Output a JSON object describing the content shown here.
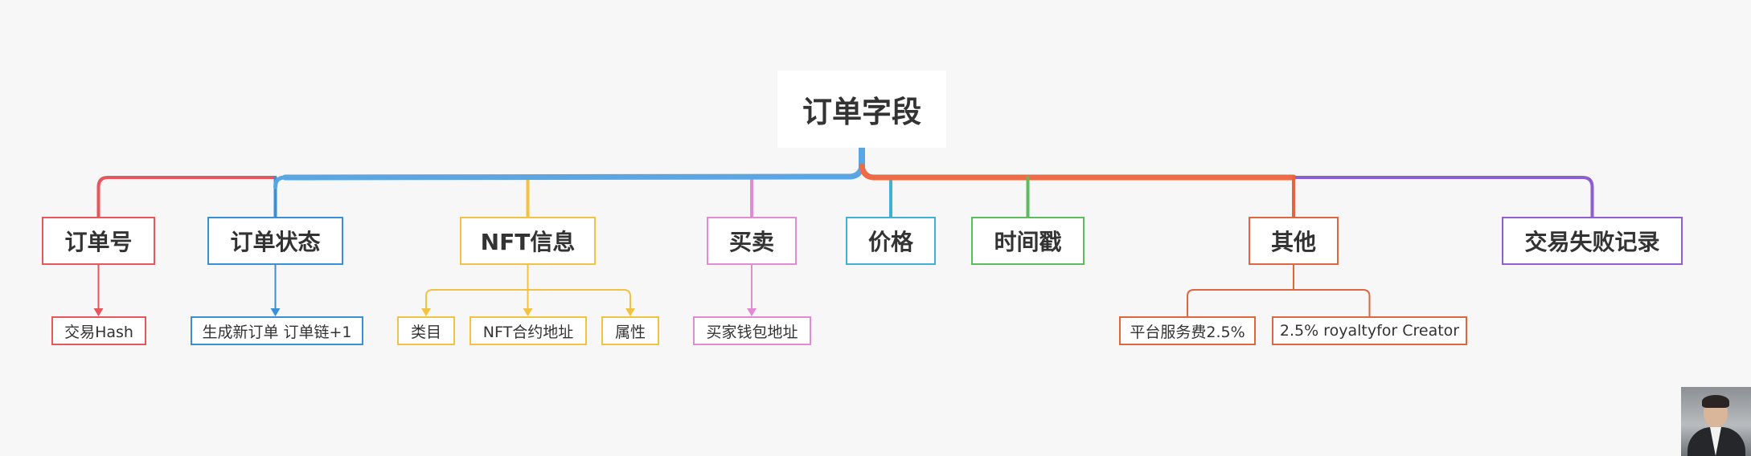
{
  "root": {
    "label": "订单字段",
    "color": "#ffffff"
  },
  "branches": [
    {
      "id": "order-no",
      "label": "订单号",
      "color": "#e8555a",
      "children": [
        "交易Hash"
      ]
    },
    {
      "id": "order-status",
      "label": "订单状态",
      "color": "#3a8fd9",
      "children": [
        "生成新订单 订单链+1"
      ]
    },
    {
      "id": "nft-info",
      "label": "NFT信息",
      "color": "#f2c343",
      "children": [
        "类目",
        "NFT合约地址",
        "属性"
      ]
    },
    {
      "id": "buy-sell",
      "label": "买卖",
      "color": "#e48ad2",
      "children": [
        "买家钱包地址"
      ]
    },
    {
      "id": "price",
      "label": "价格",
      "color": "#3fb1d6",
      "children": []
    },
    {
      "id": "timestamp",
      "label": "时间戳",
      "color": "#5cbd5c",
      "children": []
    },
    {
      "id": "other",
      "label": "其他",
      "color": "#e0663f",
      "children": [
        "平台服务费2.5%",
        "2.5% royaltyfor Creator"
      ]
    },
    {
      "id": "fail-record",
      "label": "交易失败记录",
      "color": "#8e5fd0",
      "children": []
    }
  ],
  "trunk_colors": {
    "left": "#5aa6e4",
    "right": "#ee6b45"
  }
}
